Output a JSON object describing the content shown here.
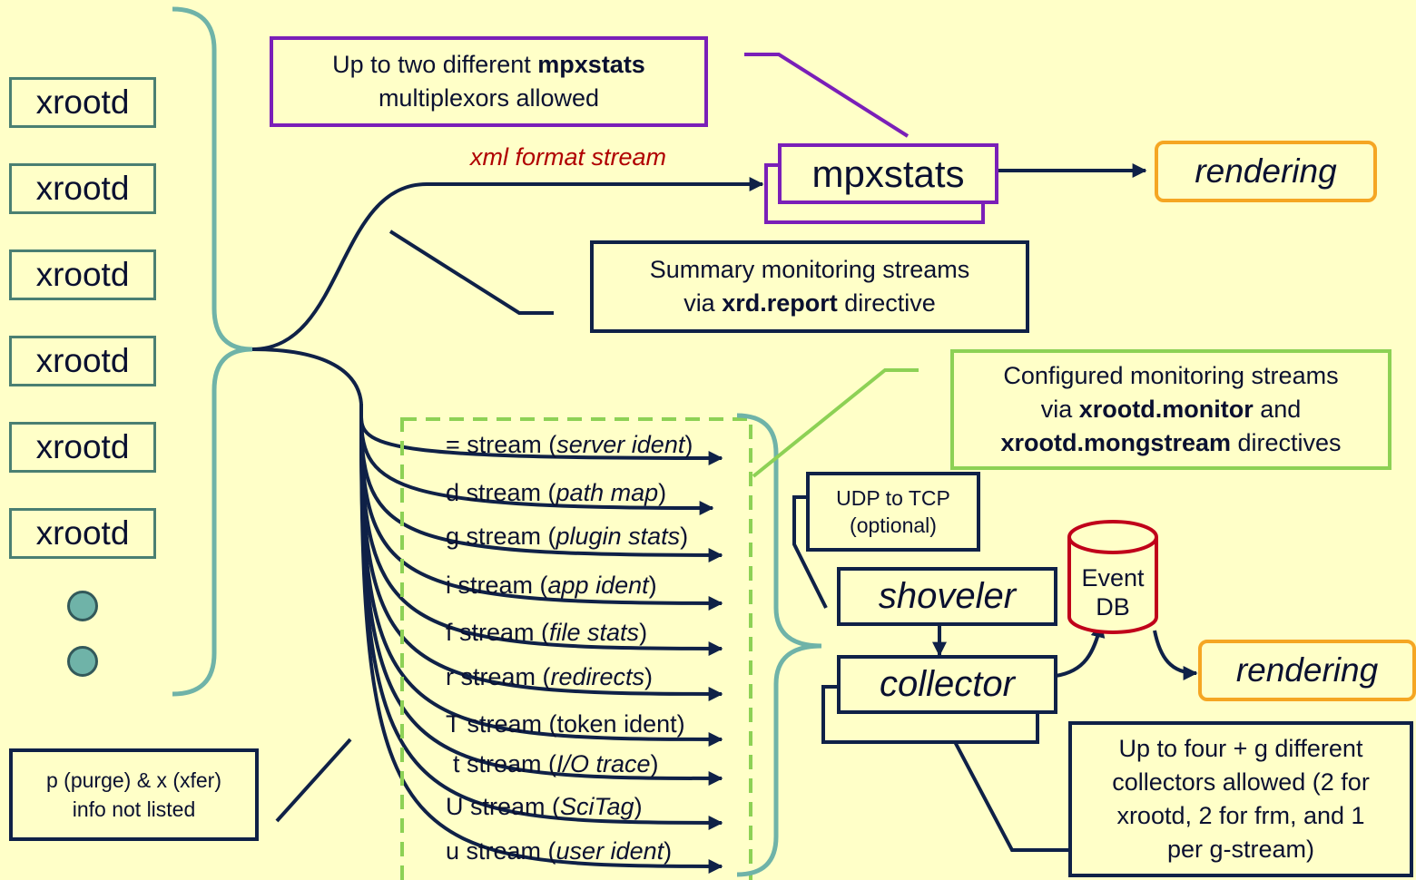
{
  "xrootd_servers": [
    "xrootd",
    "xrootd",
    "xrootd",
    "xrootd",
    "xrootd",
    "xrootd"
  ],
  "mpx_note": {
    "line1_pre": "Up to two different ",
    "line1_bold": "mpxstats",
    "line2": "multiplexors allowed"
  },
  "xml_stream_label": "xml format stream",
  "mpxstats_label": "mpxstats",
  "rendering_label": "rendering",
  "summary_note": {
    "line1": "Summary monitoring streams",
    "line2_pre": "via ",
    "line2_bold": "xrd.report",
    "line2_post": " directive"
  },
  "configured_note": {
    "line1": "Configured monitoring streams",
    "line2_pre": "via ",
    "line2_bold": "xrootd.monitor",
    "line2_post": " and",
    "line3_bold": "xrootd.mongstream",
    "line3_post": " directives"
  },
  "streams": [
    {
      "pre": "= stream (",
      "it": "server ident",
      "post": ")"
    },
    {
      "pre": "d stream (",
      "it": "path map",
      "post": ")"
    },
    {
      "pre": "g stream (",
      "it": "plugin stats",
      "post": ")"
    },
    {
      "pre": "i stream (",
      "it": "app ident",
      "post": ")"
    },
    {
      "pre": "f stream (",
      "it": "file stats",
      "post": ")"
    },
    {
      "pre": "r stream (",
      "it": "redirects",
      "post": ")"
    },
    {
      "pre": "T stream (token ident)",
      "it": "",
      "post": ""
    },
    {
      "pre": "t stream (",
      "it": "I/O trace",
      "post": ")"
    },
    {
      "pre": "U stream (",
      "it": "SciTag",
      "post": ")"
    },
    {
      "pre": "u stream (",
      "it": "user ident",
      "post": ")"
    }
  ],
  "udp_note": {
    "line1": "UDP to TCP",
    "line2": "(optional)"
  },
  "shoveler_label": "shoveler",
  "collector_label": "collector",
  "event_db": {
    "line1": "Event",
    "line2": "DB"
  },
  "rendering2_label": "rendering",
  "collectors_note": {
    "line1": "Up to four + g different",
    "line2": "collectors allowed (2 for",
    "line3": "xrootd, 2 for frm, and 1",
    "line4": "per g-stream)"
  },
  "purge_note": {
    "line1": "p (purge) & x (xfer)",
    "line2": "info not listed"
  },
  "colors": {
    "background": "#ffffc8",
    "navy": "#0f2147",
    "teal": "#6fb3a8",
    "purple": "#7a1fb8",
    "green": "#8dd155",
    "orange": "#f5a623",
    "red": "#c0001a"
  }
}
